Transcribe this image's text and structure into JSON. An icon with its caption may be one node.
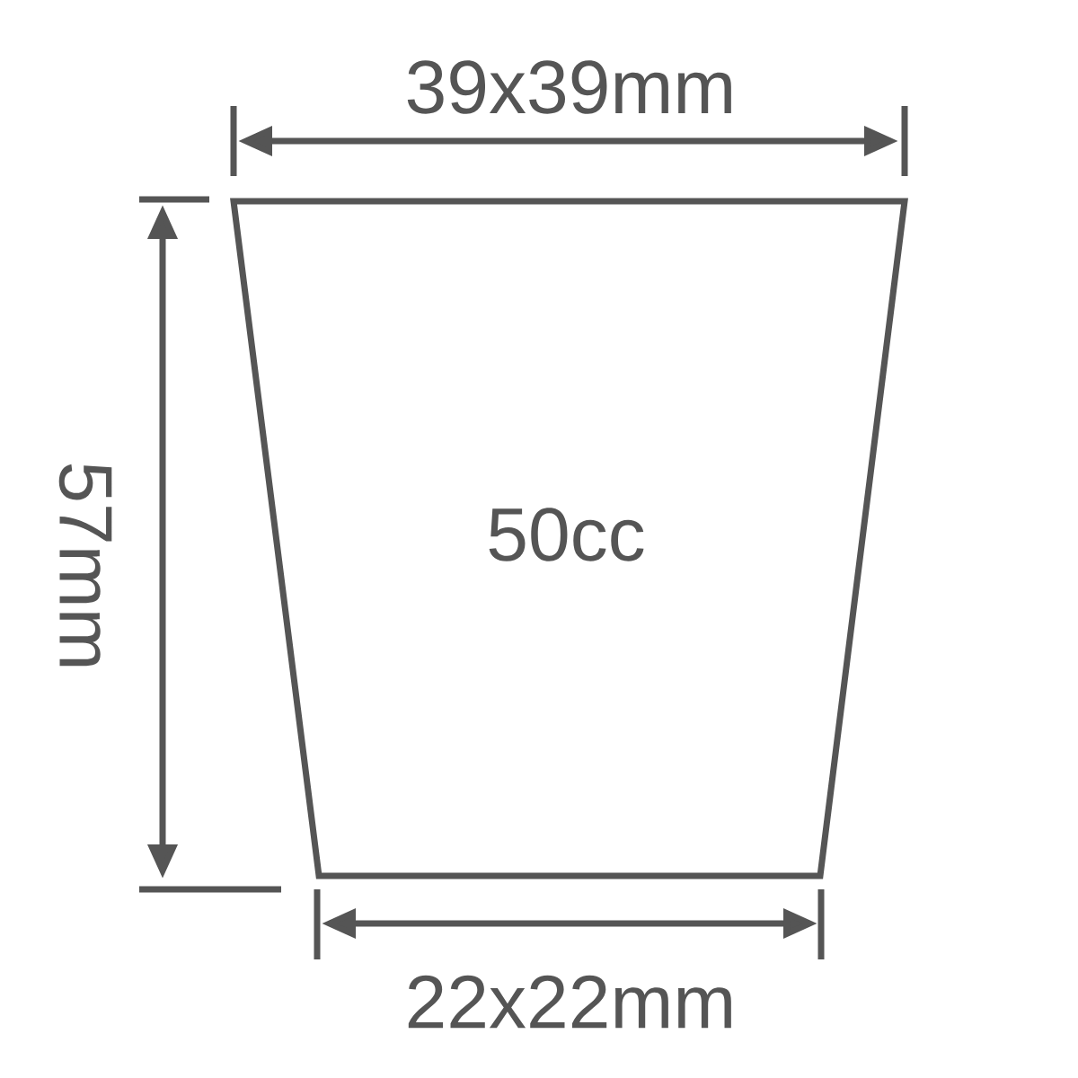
{
  "diagram": {
    "nodes": [
      {
        "text": [
          "50cc"
        ]
      }
    ],
    "labels": [
      "39x39mm",
      "57mm",
      "22x22mm"
    ]
  }
}
